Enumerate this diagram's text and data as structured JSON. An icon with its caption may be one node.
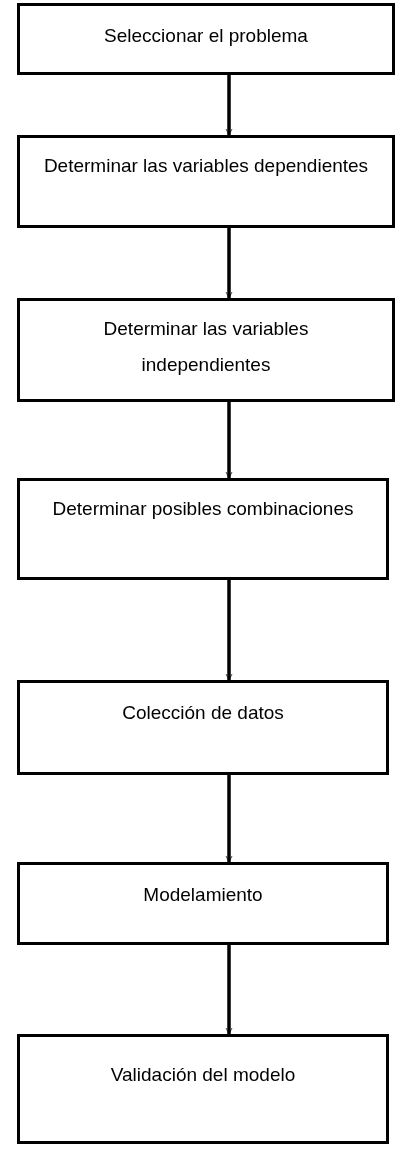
{
  "diagram": {
    "nodes": [
      {
        "text": [
          "Seleccionar el problema"
        ]
      },
      {
        "text": [
          "Determinar las variables dependientes"
        ]
      },
      {
        "text": [
          "Determinar las variables independientes"
        ]
      },
      {
        "text": [
          "Determinar posibles combinaciones"
        ]
      },
      {
        "text": [
          "Colección de datos"
        ]
      },
      {
        "text": [
          "Modelamiento"
        ]
      },
      {
        "text": [
          "Validación del modelo"
        ]
      }
    ],
    "edges": [
      {
        "from": 0,
        "to": 1,
        "arrow": "to"
      },
      {
        "from": 1,
        "to": 2,
        "arrow": "to"
      },
      {
        "from": 2,
        "to": 3,
        "arrow": "to"
      },
      {
        "from": 3,
        "to": 4,
        "arrow": "to"
      },
      {
        "from": 4,
        "to": 5,
        "arrow": "to"
      },
      {
        "from": 5,
        "to": 6,
        "arrow": "to"
      }
    ]
  }
}
